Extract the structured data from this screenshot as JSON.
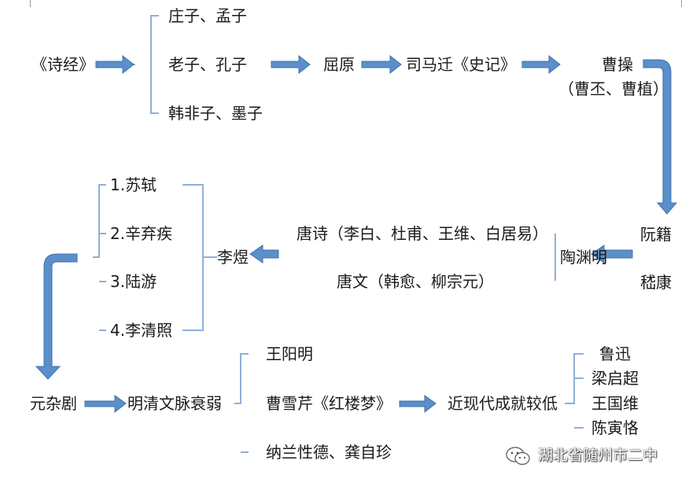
{
  "diagram": {
    "shijing": "《诗经》",
    "zhuangzi_mengzi": "庄子、孟子",
    "laozi_kongzi": "老子、孔子",
    "hanfeizi_mozi": "韩非子、墨子",
    "quyuan": "屈原",
    "sima_qian": "司马迁《史记》",
    "cao_cao": "曹操",
    "cao_pi_zhi": "（曹丕、曹植）",
    "ruan_ji": "阮籍",
    "tao_yuanming": "陶渊明",
    "ji_kang": "嵇康",
    "tang_poetry": "唐诗（李白、杜甫、王维、白居易）",
    "tang_prose": "唐文（韩愈、柳宗元）",
    "li_yu": "李煜",
    "su_shi": "1.苏轼",
    "xin_qiji": "2.辛弃疾",
    "lu_you": "3.陆游",
    "li_qingzhao": "4.李清照",
    "yuan_drama": "元杂剧",
    "ming_qing": "明清文脉衰弱",
    "wang_yangming": "王阳明",
    "cao_xueqin": "曹雪芹《红楼梦》",
    "nalan_gong": "纳兰性德、龚自珍",
    "modern": "近现代成就较低",
    "lu_xun": "鲁迅",
    "liang_qichao": "梁启超",
    "wang_guowei": "王国维",
    "chen_yinke": "陈寅恪"
  },
  "watermark": {
    "text": "湖北省随州市二中",
    "icon": "wechat-icon"
  },
  "colors": {
    "arrow_fill": "#5b8fc9",
    "arrow_stroke": "#3f70ad",
    "bracket": "#8fb0d8",
    "text": "#1a1a1a"
  }
}
